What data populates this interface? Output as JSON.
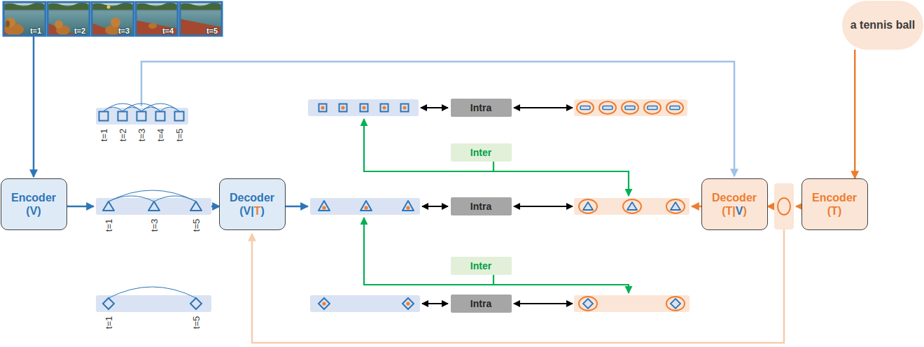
{
  "diagram": {
    "nodes": [
      {
        "text": [
          "a tennis ball"
        ]
      },
      {
        "text": [
          "Intra"
        ]
      },
      {
        "text": [
          "Inter"
        ]
      },
      {
        "text": [
          "Encoder (V)"
        ]
      },
      {
        "text": [
          "Decoder (V|T)"
        ]
      },
      {
        "text": [
          "Intra"
        ]
      },
      {
        "text": [
          "Decoder (T|V)"
        ]
      },
      {
        "text": [
          "Encoder (T)"
        ]
      },
      {
        "text": [
          "Inter"
        ]
      },
      {
        "text": [
          "Intra"
        ]
      }
    ],
    "edges": [
      {
        "from": 0,
        "to": 7,
        "arrow": "to"
      }
    ],
    "labels": [
      "t=1",
      "t=2",
      "t=3",
      "t=4",
      "t=5",
      "t=1",
      "t=2",
      "t=3",
      "t=4",
      "t=5",
      "t=1",
      "t=3",
      "t=5",
      "t=1",
      "t=5"
    ]
  }
}
